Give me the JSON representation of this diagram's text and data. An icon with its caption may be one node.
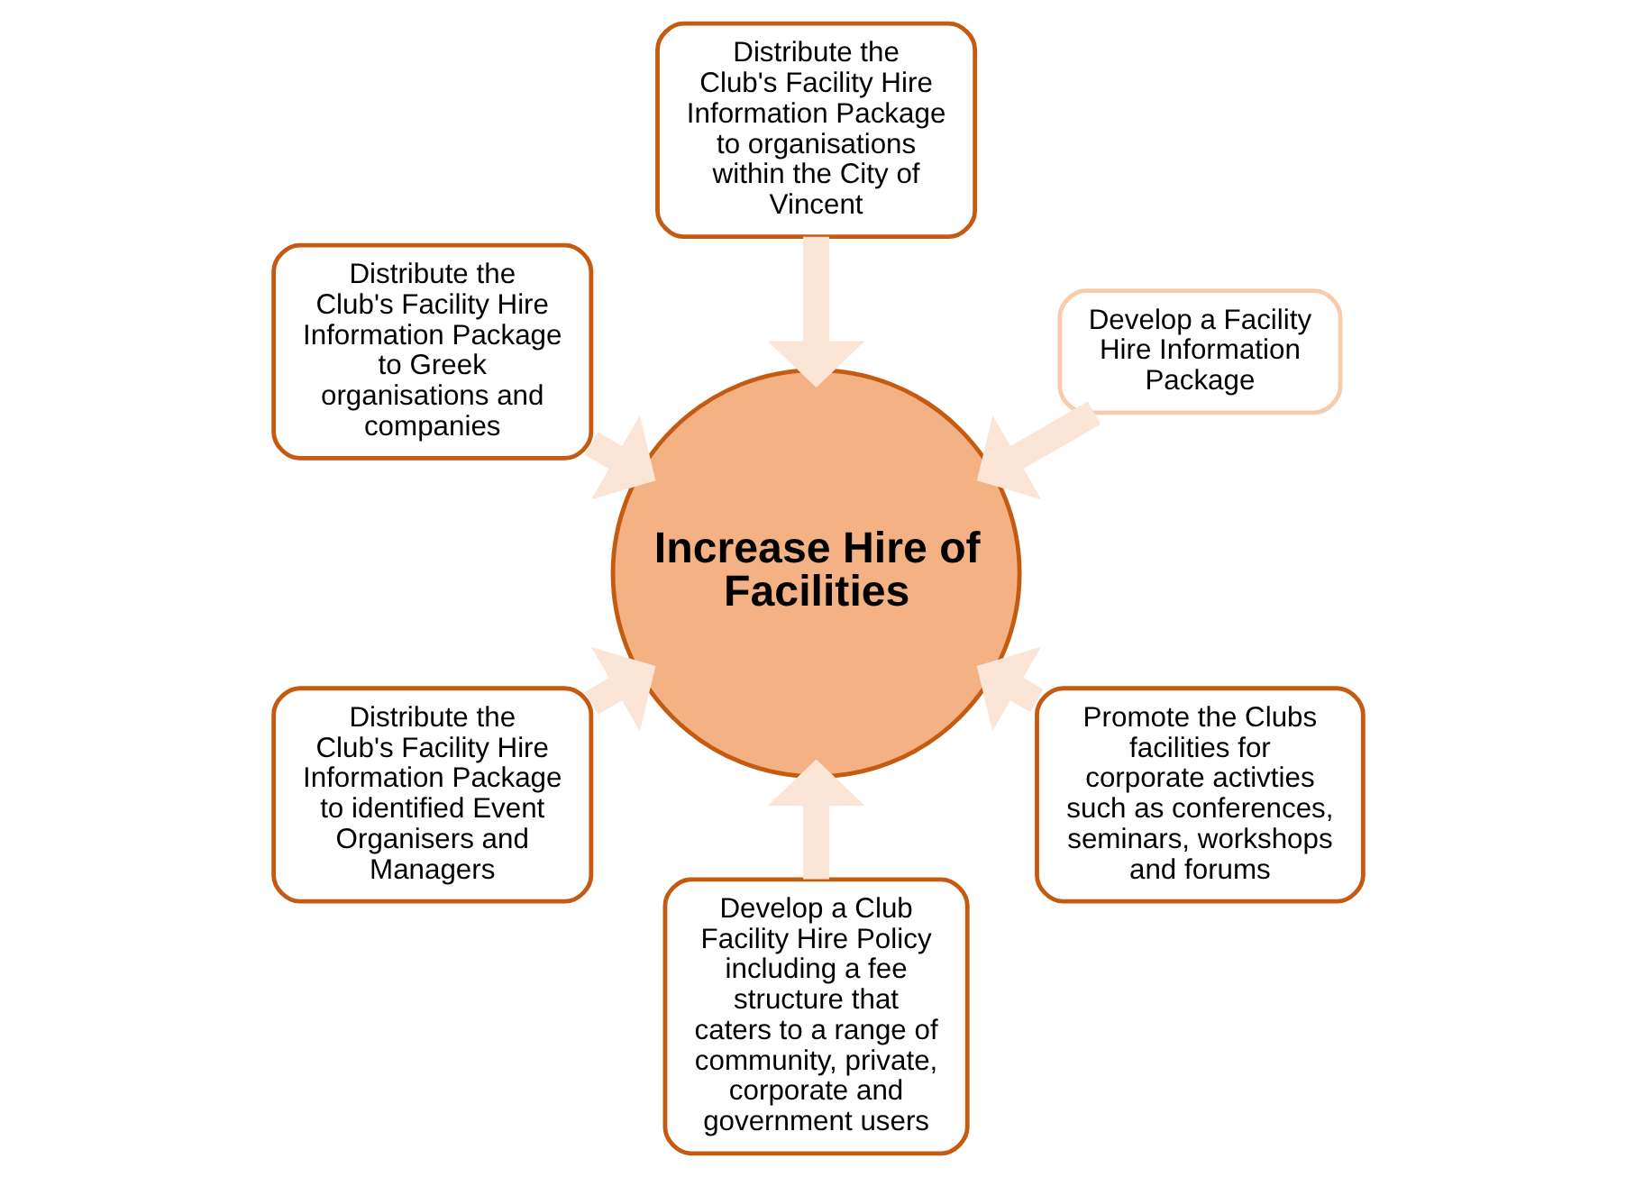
{
  "diagram": {
    "nodes": [
      {
        "text": [
          "Develop a Facility Hire Information Package"
        ]
      },
      {
        "text": [
          "Distribute the Club's Facility Hire Information Package to organisations within the City of Vincent"
        ]
      },
      {
        "text": [
          "Distribute the Club's Facility Hire Information Package to Greek organisations and companies"
        ]
      },
      {
        "text": [
          "Distribute the Club's Facility Hire Information Package to identified Event Organisers and Managers"
        ]
      },
      {
        "text": [
          "Develop a Club Facility Hire Policy including a fee structure that caters to a range of community, private, corporate and government users"
        ]
      },
      {
        "text": [
          "Increase Hire of Facilities"
        ]
      },
      {
        "text": [
          "Promote the Clubs facilities for corporate activties such as conferences, seminars, workshops and forums"
        ]
      }
    ],
    "edges": [
      {
        "from": 0,
        "to": 5,
        "arrow": "to"
      },
      {
        "from": 1,
        "to": 5,
        "arrow": "to"
      },
      {
        "from": 2,
        "to": 5,
        "arrow": "to"
      },
      {
        "from": 3,
        "to": 5,
        "arrow": "to"
      },
      {
        "from": 4,
        "to": 5,
        "arrow": "to"
      },
      {
        "from": 6,
        "to": 5,
        "arrow": "to"
      }
    ]
  }
}
